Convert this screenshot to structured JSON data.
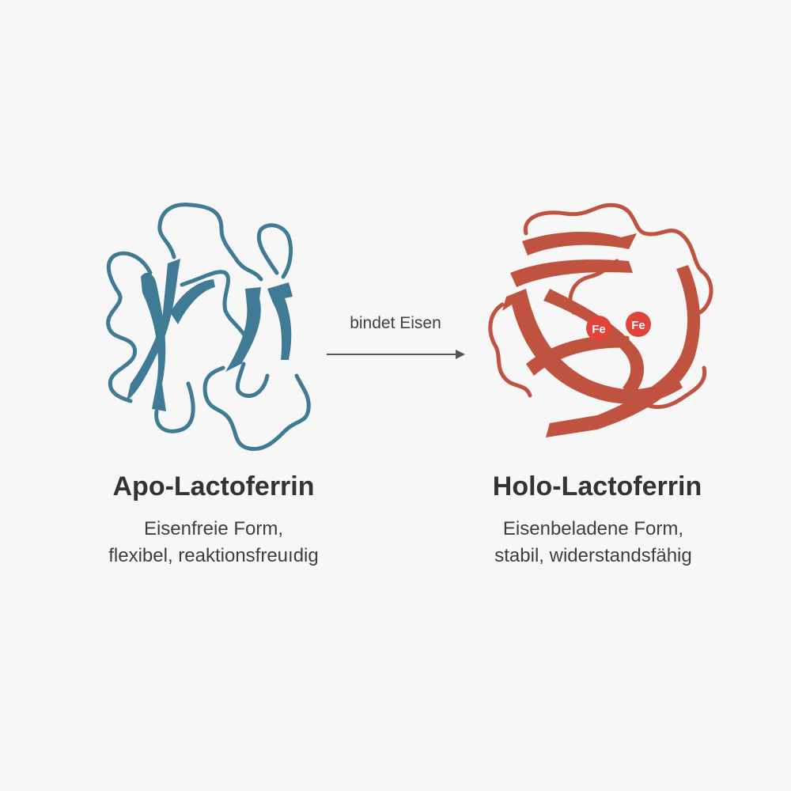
{
  "colors": {
    "background": "#f7f7f7",
    "apo_ribbon": "#3f7b94",
    "holo_ribbon": "#c0533f",
    "iron_ion": "#e0443a",
    "text": "#333333",
    "arrow": "#555555"
  },
  "apo": {
    "title": "Apo-Lactoferrin",
    "description_line1": "Eisenfreie Form,",
    "description_line2": "flexibel, reaktionsfreuıdig"
  },
  "transition": {
    "label": "bindet Eisen",
    "icon": "arrow-right-icon"
  },
  "holo": {
    "title": "Holo-Lactoferrin",
    "description_line1": "Eisenbeladene Form,",
    "description_line2": "stabil, widerstandsfähig",
    "iron_ions": [
      "Fe",
      "Fe"
    ]
  }
}
